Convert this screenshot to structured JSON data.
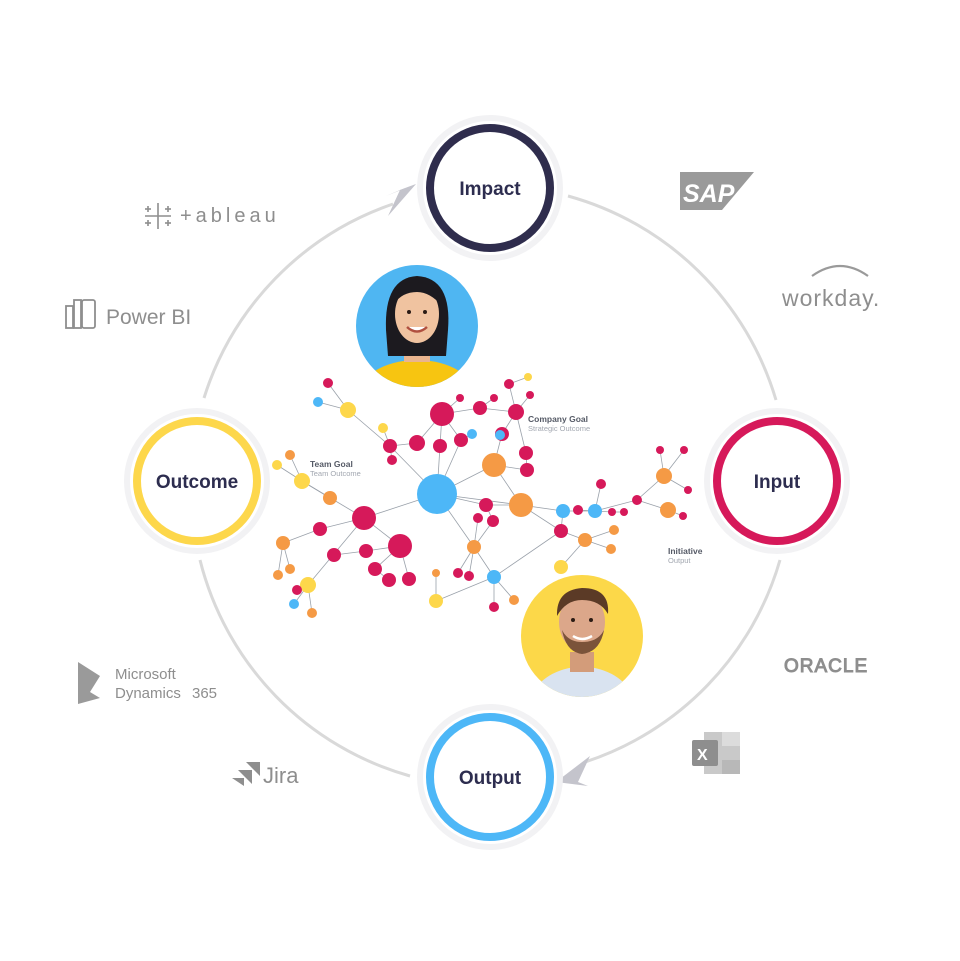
{
  "cycle": {
    "impact": "Impact",
    "input": "Input",
    "output": "Output",
    "outcome": "Outcome"
  },
  "colors": {
    "impact": "#2f2d4d",
    "input": "#d6195a",
    "output": "#4db7f7",
    "outcome": "#fdd74b",
    "ring": "#d9d9d9",
    "orange": "#f59a45",
    "logo": "#8e8e8e"
  },
  "network": {
    "company_goal": "Company Goal",
    "company_goal_sub": "Strategic Outcome",
    "team_goal": "Team Goal",
    "team_goal_sub": "Team Outcome",
    "initiative": "Initiative",
    "initiative_sub": "Output"
  },
  "logos": {
    "tableau": "+ableau",
    "power_bi": "Power BI",
    "microsoft": "Microsoft",
    "dynamics": "Dynamics",
    "dynamics_num": "365",
    "jira": "Jira",
    "sap": "SAP",
    "workday": "workday.",
    "oracle": "ORACLE",
    "excel": "X"
  },
  "icons": {
    "person_woman": "avatar-woman-icon",
    "person_man": "avatar-man-icon"
  }
}
